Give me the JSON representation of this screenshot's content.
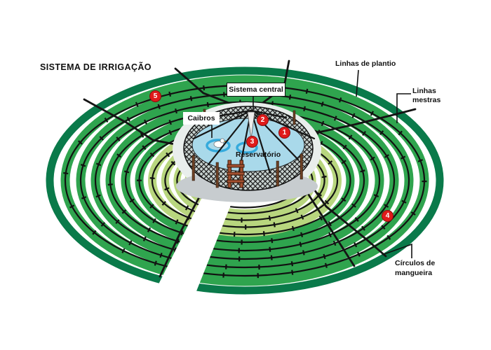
{
  "title": "SISTEMA DE IRRIGAÇÃO",
  "labels": {
    "linhas_de_plantio": "Linhas de plantio",
    "linhas_mestras_line1": "Linhas",
    "linhas_mestras_line2": "mestras",
    "circulos_line1": "Círculos de",
    "circulos_line2": "mangueira",
    "sistema_central": "Sistema central",
    "caibros": "Caibros",
    "reservatorio": "Reservatório"
  },
  "badges": [
    {
      "num": "1"
    },
    {
      "num": "2"
    },
    {
      "num": "3"
    },
    {
      "num": "4"
    },
    {
      "num": "5"
    }
  ],
  "colors": {
    "outer_rim_green": "#0a7a4a",
    "crop_ring_green": "#2fa44e",
    "inner_ring_light_green": "#b8d67e",
    "hose_black": "#111111",
    "water_blue": "#a9d9ea",
    "ripple_blue": "#35aadc",
    "fence_gray": "#c8d2cf",
    "ladder_brown": "#a34f2f",
    "shadow_gray": "#c7cccf",
    "badge_red": "#e01b1b"
  }
}
